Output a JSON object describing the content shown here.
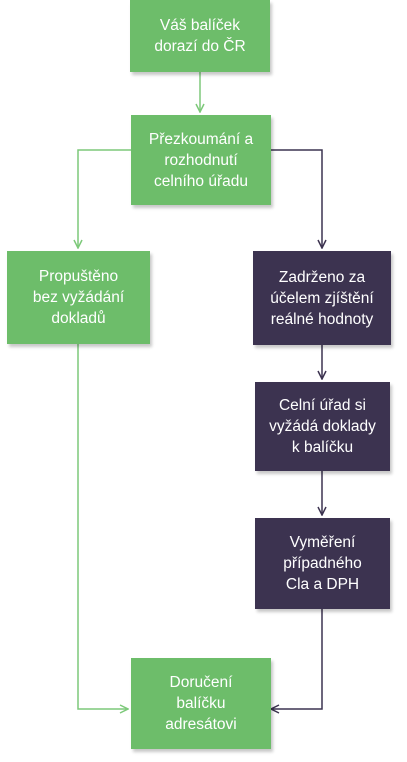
{
  "diagram": {
    "nodes": {
      "arrival": "Váš balíček\ndorazí do ČR",
      "review": "Přezkoumání a\nrozhodnutí\ncelního úřadu",
      "released": "Propuštěno\nbez vyžádání\ndokladů",
      "detained": "Zadrženo za\núčelem zjíštění\nreálné hodnoty",
      "documents": "Celní úřad si\nvyžádá doklady\nk balíčku",
      "assessment": "Vyměření\npřípadného\nCla a DPH",
      "delivery": "Doručení\nbalíčku\nadresátovi"
    },
    "colors": {
      "green_box": "#6dbd6a",
      "dark_box": "#3c3350",
      "green_line": "#7dc97a",
      "dark_line": "#3c3350"
    }
  }
}
